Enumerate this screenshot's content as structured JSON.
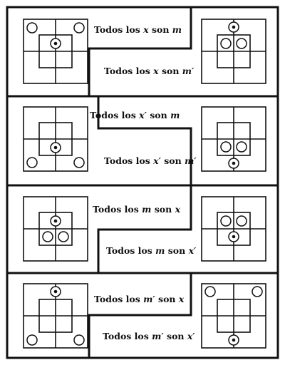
{
  "panels": [
    {
      "top": {
        "pre": "Todos los ",
        "subject": "x",
        "mid": " son ",
        "predicate": "m"
      },
      "bottom": {
        "pre": "Todos los ",
        "subject": "x",
        "mid": " son ",
        "predicate": "m′"
      },
      "left_diagram": {
        "center": "dot",
        "corners": [
          "TL",
          "TR"
        ]
      },
      "right_diagram": {
        "dot": "top-outside",
        "circles": [
          "inner-left",
          "inner-right"
        ]
      }
    },
    {
      "top": {
        "pre": "Todos los ",
        "subject": "x′",
        "mid": " son ",
        "predicate": "m"
      },
      "bottom": {
        "pre": "Todos los ",
        "subject": "x′",
        "mid": " son ",
        "predicate": "m′"
      },
      "left_diagram": {
        "center": "dot-bottom",
        "corners": [
          "BL",
          "BR"
        ]
      },
      "right_diagram": {
        "dot": "bottom-outside",
        "circles": [
          "inner-bottom-left",
          "inner-bottom-right"
        ]
      }
    },
    {
      "top": {
        "pre": "Todos los ",
        "subject": "m",
        "mid": " son ",
        "predicate": "x"
      },
      "bottom": {
        "pre": "Todos los ",
        "subject": "m",
        "mid": " son ",
        "predicate": "x′"
      },
      "left_diagram": {
        "dot": "inner-top",
        "circles": [
          "inner-bottom-left",
          "inner-bottom-right"
        ]
      },
      "right_diagram": {
        "dot": "inner-bottom",
        "circles": [
          "inner-top-left",
          "inner-top-right"
        ]
      }
    },
    {
      "top": {
        "pre": "Todos los ",
        "subject": "m′",
        "mid": " son ",
        "predicate": "x"
      },
      "bottom": {
        "pre": "Todos los ",
        "subject": "m′",
        "mid": " son ",
        "predicate": "x′"
      },
      "left_diagram": {
        "dot": "top-outside",
        "corners": [
          "BL",
          "BR"
        ]
      },
      "right_diagram": {
        "dot": "bottom-outside",
        "corners": [
          "TL",
          "TR"
        ]
      }
    }
  ]
}
